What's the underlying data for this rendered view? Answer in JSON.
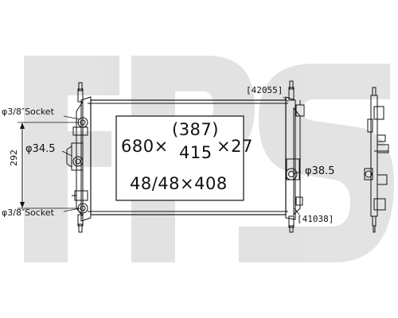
{
  "watermark": {
    "icon": "fps-logo-watermark"
  },
  "labels": {
    "socket_top": "φ3/8″Socket",
    "socket_bottom": "φ3/8″Socket",
    "inlet_diameter": "φ34.5",
    "outlet_diameter": "φ38.5",
    "height_dim": "292",
    "code_top": "[42055]",
    "code_bottom": "[41038]"
  },
  "core_box": {
    "line1_prefix": "680×",
    "line1_sup": "(387)",
    "line1_mid": "415",
    "line1_suffix": "×27",
    "line2": "48/48×408"
  },
  "colors": {
    "line": "#111111",
    "watermark": "#dcdcdc"
  }
}
